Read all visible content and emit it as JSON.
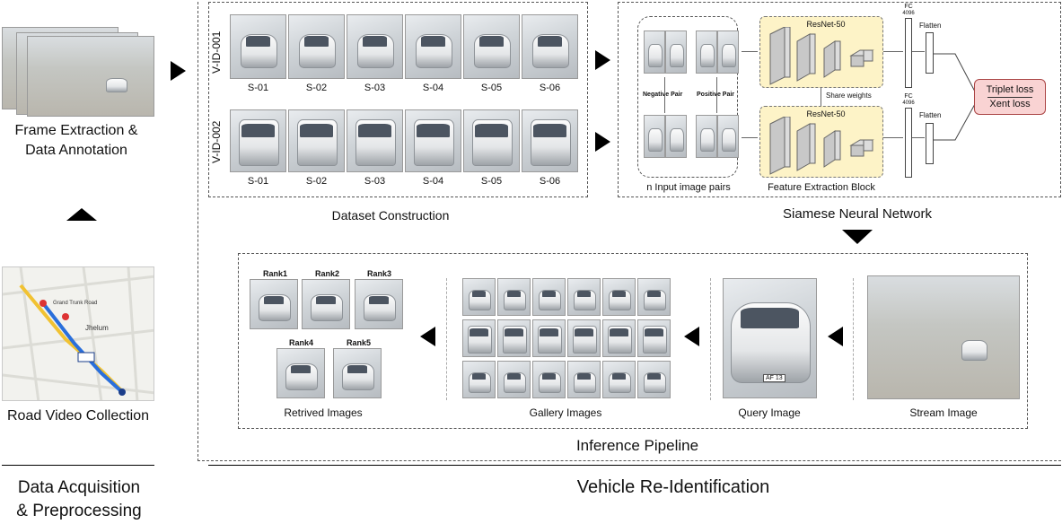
{
  "acquisition": {
    "frame_label_1": "Frame Extraction &",
    "frame_label_2": "Data Annotation",
    "road_label": "Road Video Collection",
    "map_text": {
      "place_1": "Jhelum",
      "place_2": "Grand Trunk Road"
    },
    "section_title_1": "Data Acquisition",
    "section_title_2": "& Preprocessing"
  },
  "dataset": {
    "row1_id": "V-ID-001",
    "row2_id": "V-ID-002",
    "sample_labels": [
      "S-01",
      "S-02",
      "S-03",
      "S-04",
      "S-05",
      "S-06"
    ],
    "title": "Dataset Construction"
  },
  "siamese": {
    "negative_pair": "Negative Pair",
    "positive_pair": "Positive Pair",
    "input_label": "n Input image pairs",
    "resnet_top": "ResNet-50",
    "resnet_bottom": "ResNet-50",
    "share_weights": "Share weights",
    "block_label": "Feature Extraction Block",
    "fc_top": "FC",
    "fc_top_units": "4096",
    "fc_bottom": "FC",
    "fc_bottom_units": "4096",
    "flatten_top": "Flatten",
    "flatten_bottom": "Flatten",
    "loss_1": "Triplet loss",
    "loss_2": "Xent loss",
    "title": "Siamese Neural Network"
  },
  "inference": {
    "ranks_top": [
      "Rank1",
      "Rank2",
      "Rank3"
    ],
    "ranks_bottom": [
      "Rank4",
      "Rank5"
    ],
    "retrieved_label": "Retrived Images",
    "gallery_label": "Gallery Images",
    "query_label": "Query Image",
    "stream_label": "Stream Image",
    "query_plate": "AF 13",
    "title": "Inference Pipeline"
  },
  "vehicle_reid_title": "Vehicle Re-Identification"
}
